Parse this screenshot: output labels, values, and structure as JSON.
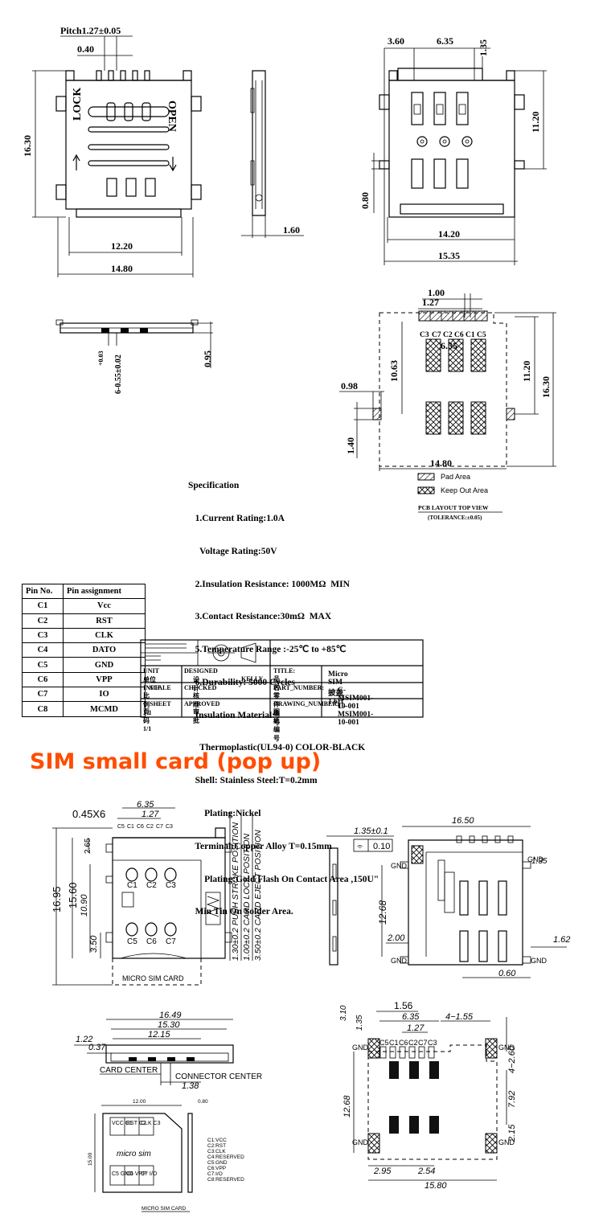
{
  "top_drawing": {
    "front_view": {
      "pitch": "Pitch1.27±0.05",
      "pad_width": "0.40",
      "height": "16.30",
      "inner_width": "12.20",
      "outer_width": "14.80",
      "lock_label": "LOCK",
      "open_label": "OPEN"
    },
    "side_view": {
      "thickness": "1.60"
    },
    "back_view": {
      "dim_a": "3.60",
      "dim_b": "6.35",
      "dim_c": "1.35",
      "height": "11.20",
      "offset": "0.80",
      "inner_width": "14.20",
      "outer_width": "15.35"
    },
    "profile_view": {
      "left_dim": "6-0.55±0.02",
      "left_dim_tol": "+0.03",
      "height": "0.95"
    },
    "pcb_layout": {
      "pad_width": "1.00",
      "pitch": "1.27",
      "pin_labels": [
        "C3",
        "C7",
        "C2",
        "C6",
        "C1",
        "C5"
      ],
      "span": "6.35",
      "dim_1063": "10.63",
      "dim_1120": "11.20",
      "dim_1630": "16.30",
      "dim_098": "0.98",
      "dim_140": "1.40",
      "dim_1480": "14.80",
      "legend_pad": "Pad Area",
      "legend_keepout": "Keep Out Area",
      "caption": "PCB LAYOUT TOP VIEW",
      "tolerance": "(TOLERANCE:±0.05)"
    }
  },
  "specification": {
    "title": "Specification",
    "lines": [
      "   1.Current Rating:1.0A",
      "     Voltage Rating:50V",
      "   2.Insulation Resistance: 1000MΩ  MIN",
      "   3.Contact Resistance:30mΩ  MAX",
      "   5.Temperature Range :-25℃ to +85℃",
      "   6.Durability: 5000 Cycles",
      "   Insulation Material:",
      "     Thermoplastic(UL94-0) COLOR-BLACK",
      "   Shell: Stainless Steel:T=0.2mm",
      "       Plating:Nickel",
      "   Terminal:Copper Alloy T=0.15mm",
      "       Plating:Gold Flash On Contact Area ,150U\"",
      "   Min Tin On Solder Area."
    ]
  },
  "pin_table": {
    "headers": [
      "Pin No.",
      "Pin assignment"
    ],
    "rows": [
      [
        "C1",
        "Vcc"
      ],
      [
        "C2",
        "RST"
      ],
      [
        "C3",
        "CLK"
      ],
      [
        "C4",
        "DATO"
      ],
      [
        "C5",
        "GND"
      ],
      [
        "C6",
        "VPP"
      ],
      [
        "C7",
        "IO"
      ],
      [
        "C8",
        "MCMD"
      ]
    ]
  },
  "title_block": {
    "unit": "UNIT",
    "unit_val": "单位 INCH",
    "designed": "DESIGNED",
    "designed_cn": "设计",
    "designer": "KELLY",
    "scale": "SCALE",
    "scale_val": "比例 1:1",
    "checked": "CHECKED",
    "checked_cn": "核准",
    "sheet": "SHEET",
    "sheet_val": "页码 1/1",
    "approved": "APPROVED",
    "approved_cn": "审批",
    "title_lbl": "TITLE:",
    "title_cn": "品名",
    "title_val": "Micro SIM 披盖1.6H",
    "part_lbl": "PART_NUMBER:",
    "part_cn": "零件编号",
    "part_val": "C-MSIM001-10-001",
    "drawing_lbl": "DRAWING_NUMBER:",
    "drawing_cn": "图纸编号",
    "drawing_val": "C-MSIM001-10-001"
  },
  "section2_title": "SIM small card (pop up)",
  "bottom_drawing": {
    "left_view": {
      "pads": "0.45X6",
      "span": "6.35",
      "pitch": "1.27",
      "pin_top_labels": [
        "C5",
        "C1",
        "C6",
        "C2",
        "C7",
        "C3"
      ],
      "dim_265": "2.65",
      "dim_1695": "16.95",
      "dim_1560": "15.60",
      "dim_1090": "10.90",
      "dim_350": "3.50",
      "contacts_top": [
        "C1",
        "C2",
        "C3"
      ],
      "contacts_bottom": [
        "C5",
        "C6",
        "C7"
      ],
      "push_stroke": "1.30±0.2 PUSH STROKE POSITION",
      "lock_pos": "1.00±0.2 CARD LOCK POSITION",
      "eject_pos": "3.50±0.2 CARD EJECT POSITION",
      "card_label": "MICRO SIM CARD"
    },
    "profile": {
      "dim_1649": "16.49",
      "dim_1530": "15.30",
      "dim_1215": "12.15",
      "dim_122": "1.22",
      "dim_037": "0.37",
      "card_center": "CARD CENTER",
      "connector_center": "CONNECTOR CENTER",
      "dim_138": "1.38"
    },
    "card": {
      "width": "12.00",
      "thickness": "0.80",
      "height": "15.00",
      "top_cells": [
        "VCC C1",
        "RST C2",
        "CLK C3"
      ],
      "bottom_cells": [
        "C5 GND",
        "C6 VPP",
        "C7 I/O"
      ],
      "brand": "micro sim",
      "legend": [
        "C1:VCC",
        "C2:RST",
        "C3:CLK",
        "C4:RESERVED",
        "C5:GND",
        "C6:VPP",
        "C7:I/O",
        "C8:RESERVED"
      ],
      "caption": "MICRO SIM CARD"
    },
    "right_view": {
      "dim_135": "1.35±0.1",
      "flatness": "0.10",
      "width": "16.50",
      "gnd": "GND",
      "dim_135b": "1.35",
      "dim_1268": "12.68",
      "dim_200": "2.00",
      "dim_162": "1.62",
      "dim_060": "0.60"
    },
    "pcb_view": {
      "dim_156": "1.56",
      "dim_635": "6.35",
      "dim_127": "1.27",
      "dim_4_155": "4−1.55",
      "dim_310": "3.10",
      "dim_135": "1.35",
      "dim_4_260": "4−2.60",
      "pin_labels": [
        "C5",
        "C1",
        "C6",
        "C2",
        "C7",
        "C3"
      ],
      "dim_1268": "12.68",
      "dim_792": "7.92",
      "dim_215": "2.15",
      "dim_295": "2.95",
      "dim_254": "2.54",
      "dim_1580": "15.80",
      "gnd": "GND"
    }
  }
}
